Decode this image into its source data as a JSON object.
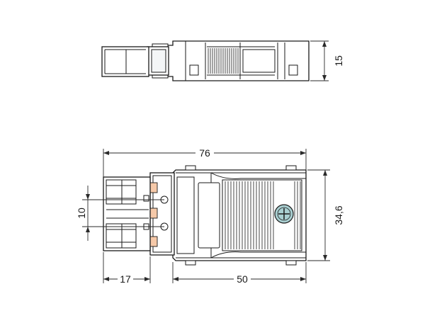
{
  "dimensions": {
    "total_length": "76",
    "top_height": "15",
    "pitch": "10",
    "body_height": "34,6",
    "pin_length": "17",
    "body_length": "50"
  },
  "colors": {
    "line": "#1a1a1a",
    "contact": "#f6c9a9",
    "screw": "#a9cfd1"
  }
}
